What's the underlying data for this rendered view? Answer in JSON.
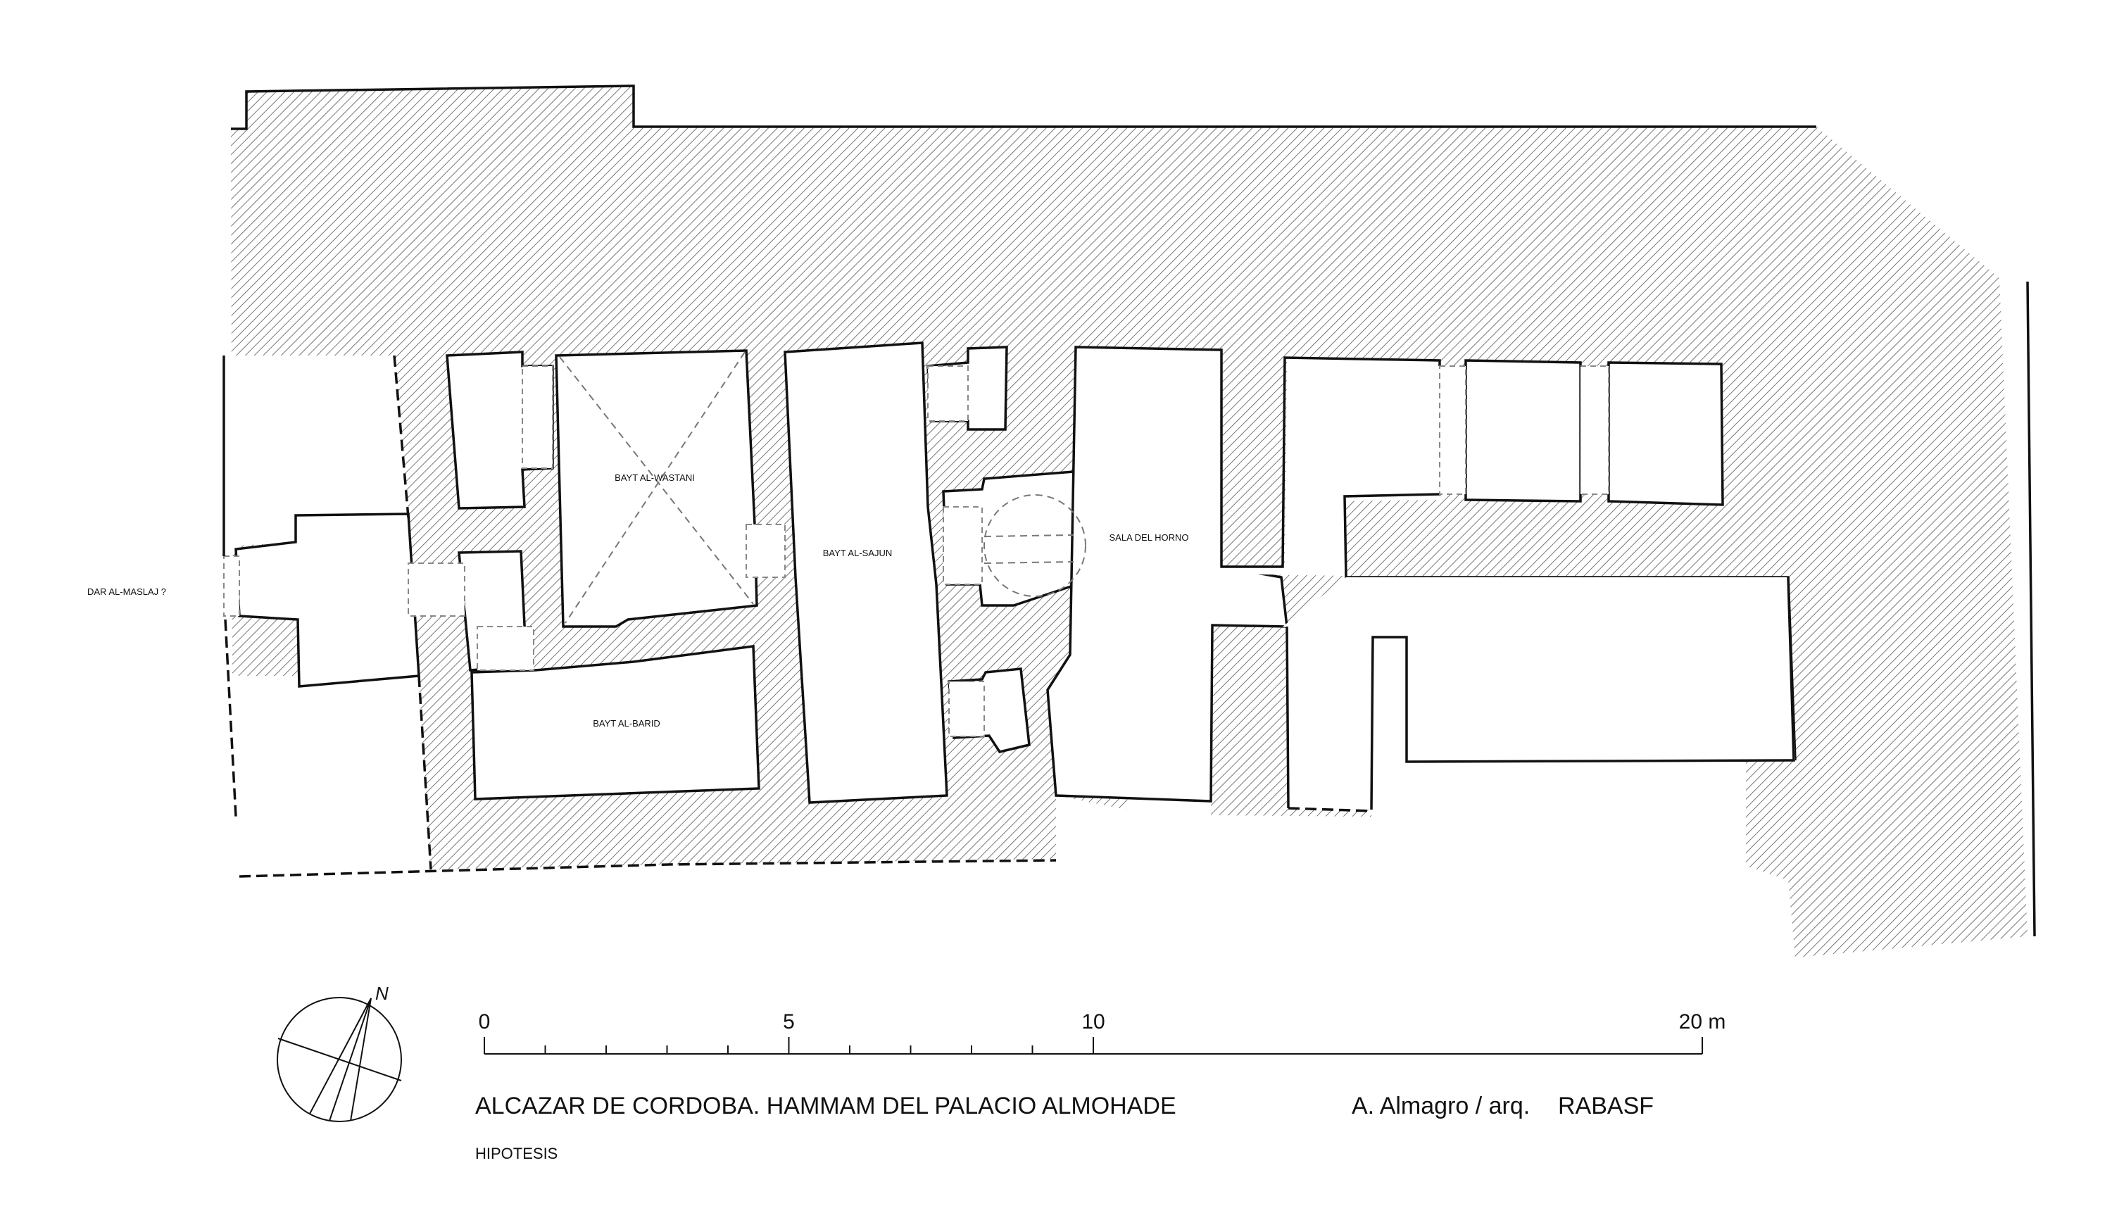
{
  "title": "ALCAZAR DE CORDOBA. HAMMAM DEL PALACIO ALMOHADE",
  "subtitle": "HIPOTESIS",
  "credit": "A. Almagro / arq.",
  "institution": "RABASF",
  "north_label": "N",
  "rooms": {
    "dar_al_maslaj": "DAR AL-MASLAJ ?",
    "bayt_al_wastani": "BAYT AL-WASTANI",
    "bayt_al_barid": "BAYT AL-BARID",
    "bayt_al_sajun": "BAYT AL-SAJUN",
    "sala_del_horno": "SALA DEL HORNO"
  },
  "scale": {
    "unit": "m",
    "major_labels": [
      "0",
      "5",
      "10",
      "20 m"
    ],
    "major_values": [
      0,
      5,
      10,
      20
    ],
    "tick_values": [
      0,
      1,
      2,
      3,
      4,
      5,
      6,
      7,
      8,
      9,
      10,
      20
    ]
  },
  "colors": {
    "ink": "#111111",
    "hatch": "#555555",
    "background": "#ffffff"
  }
}
